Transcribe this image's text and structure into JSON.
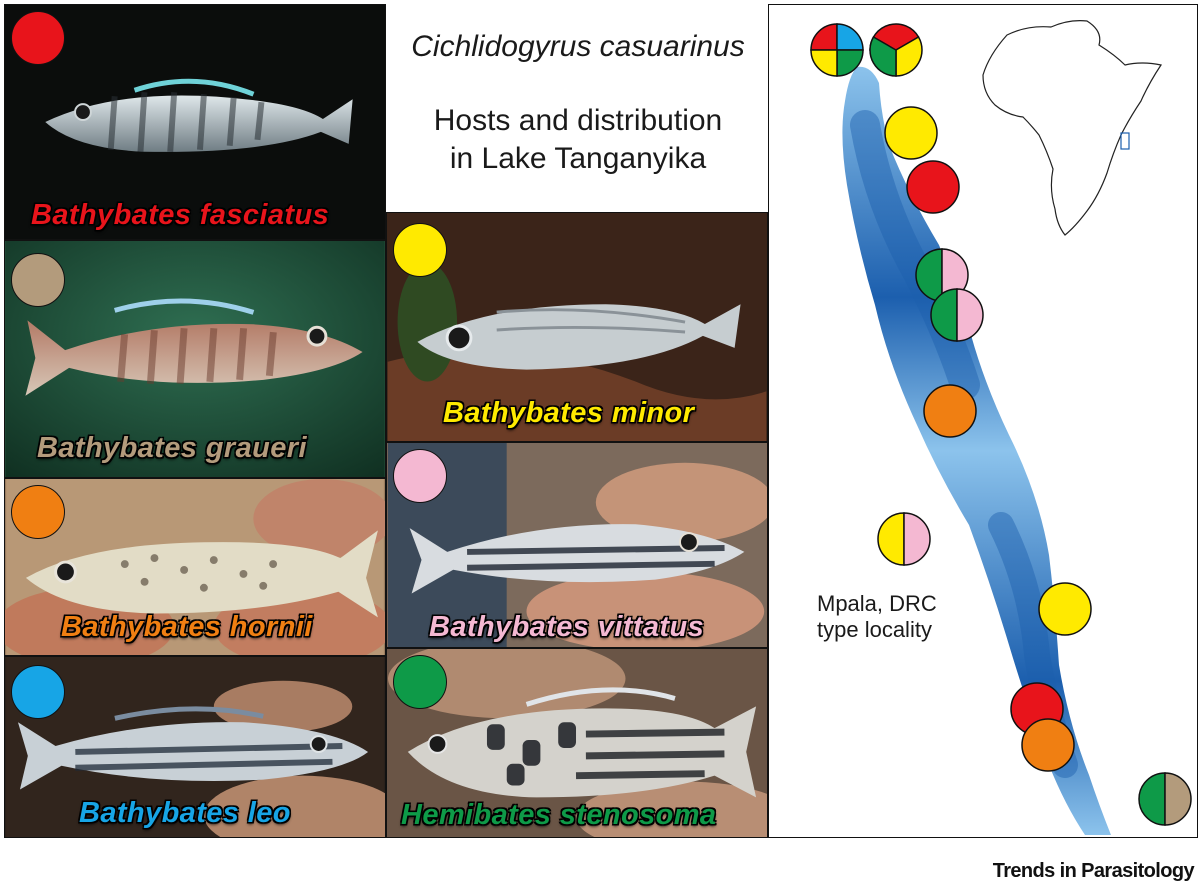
{
  "colors": {
    "red": "#e8141b",
    "tan": "#b39b7c",
    "yellow": "#ffea00",
    "orange": "#f07f12",
    "pink": "#f4b8d2",
    "blue": "#17a5e6",
    "green": "#0e9a48",
    "lake_dark": "#1c5fae",
    "lake_light": "#8cc3ec"
  },
  "title": {
    "species": "Cichlidogyrus casuarinus",
    "line1": "Hosts and distribution",
    "line2": "in Lake Tanganyika"
  },
  "hosts": [
    {
      "name": "Bathybates fasciatus",
      "color_key": "red"
    },
    {
      "name": "Bathybates graueri",
      "color_key": "tan"
    },
    {
      "name": "Bathybates minor",
      "color_key": "yellow"
    },
    {
      "name": "Bathybates hornii",
      "color_key": "orange"
    },
    {
      "name": "Bathybates vittatus",
      "color_key": "pink"
    },
    {
      "name": "Bathybates leo",
      "color_key": "blue"
    },
    {
      "name": "Hemibates stenosoma",
      "color_key": "green"
    }
  ],
  "map": {
    "type_locality_line1": "Mpala, DRC",
    "type_locality_line2": "type locality"
  },
  "journal": "Trends in Parasitology"
}
